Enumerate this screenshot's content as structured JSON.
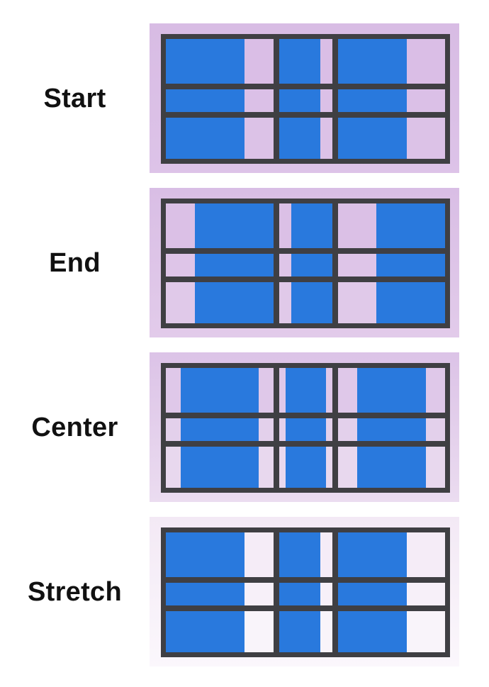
{
  "page": {
    "background": "#ffffff"
  },
  "colors": {
    "item_blue": "#2979dd",
    "grid_line_dark": "#3f3f43",
    "label_text": "#111111"
  },
  "grid": {
    "rows": 3,
    "columns": 3,
    "item_width_pct": {
      "col1": "73%",
      "col2": "77%",
      "col3": "64%"
    }
  },
  "panels": [
    {
      "id": "start",
      "label": "Start",
      "alignment": "start",
      "bg_top": "#d8bce4",
      "bg_bottom": "#ddc3e8",
      "cell_colors": [
        "#dabee6",
        "#dbc0e7",
        "#dcc2e7"
      ]
    },
    {
      "id": "end",
      "label": "End",
      "alignment": "end",
      "bg_top": "#d9bee5",
      "bg_bottom": "#e2cbea",
      "cell_colors": [
        "#dbc0e6",
        "#dec5e8",
        "#e0c9e9"
      ]
    },
    {
      "id": "center",
      "label": "Center",
      "alignment": "center",
      "bg_top": "#dcc3e7",
      "bg_bottom": "#ebdcf0",
      "cell_colors": [
        "#dfc8e9",
        "#e3d0eb",
        "#e8d8ee"
      ]
    },
    {
      "id": "stretch",
      "label": "Stretch",
      "alignment": "stretch",
      "bg_top": "#f3e9f5",
      "bg_bottom": "#fbf7fc",
      "cell_colors": [
        "#f5ecf7",
        "#f7f0f9",
        "#f9f4fa"
      ]
    }
  ]
}
